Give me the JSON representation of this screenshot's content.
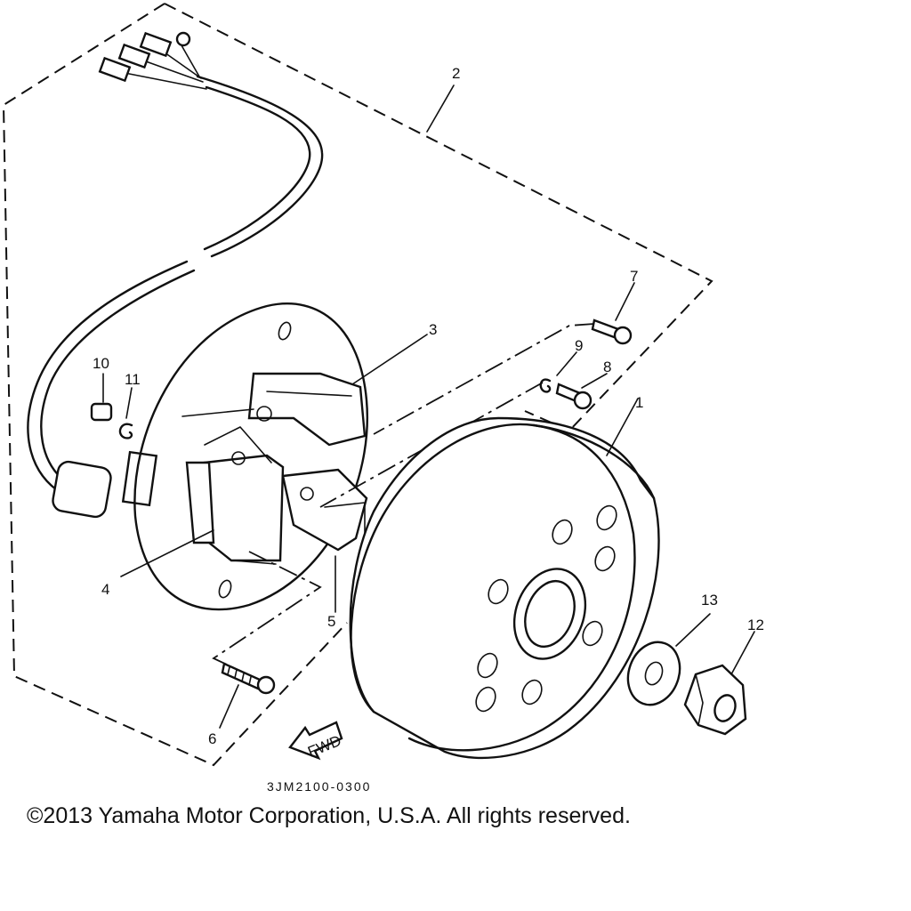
{
  "callouts": {
    "c1": "1",
    "c2": "2",
    "c3": "3",
    "c4": "4",
    "c5": "5",
    "c6": "6",
    "c7": "7",
    "c8": "8",
    "c9": "9",
    "c10": "10",
    "c11": "11",
    "c12": "12",
    "c13": "13"
  },
  "fwd_label": "FWD",
  "drawing_code": "3JM2100-0300",
  "copyright": "©2013 Yamaha Motor Corporation, U.S.A. All rights reserved."
}
